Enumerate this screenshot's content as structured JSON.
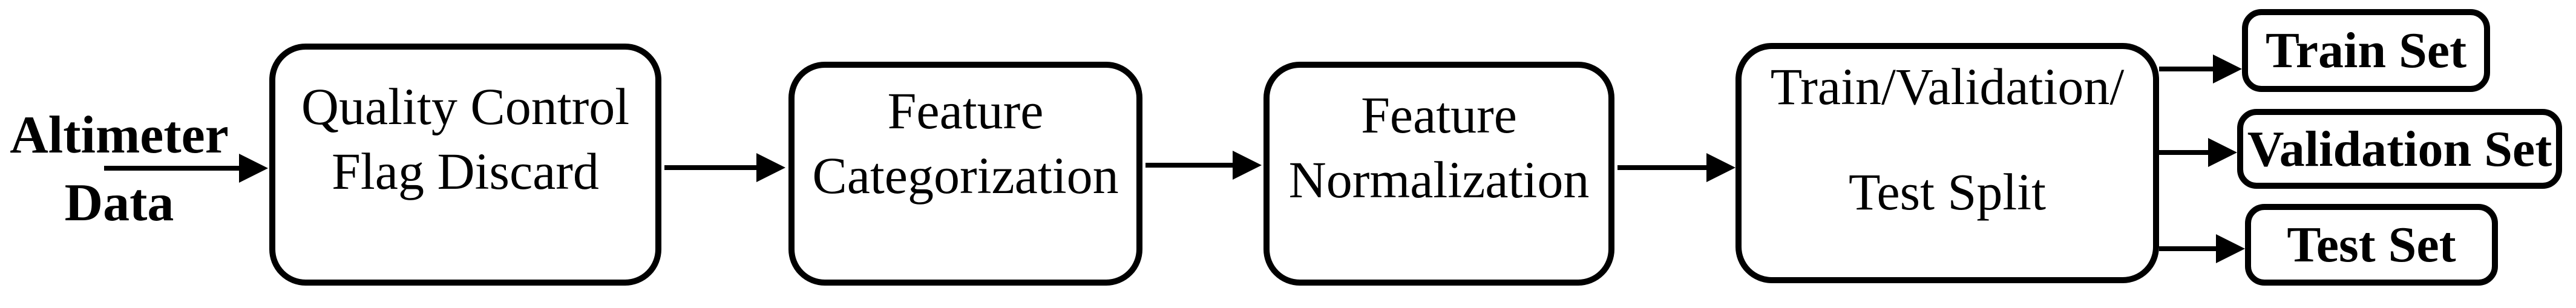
{
  "figure": {
    "source_label": {
      "line1": "Altimeter",
      "line2": "Data"
    },
    "pipeline": [
      {
        "id": "quality-control-flag-discard",
        "line1": "Quality Control",
        "line2": "Flag Discard"
      },
      {
        "id": "feature-categorization",
        "line1": "Feature",
        "line2": "Categorization"
      },
      {
        "id": "feature-normalization",
        "line1": "Feature",
        "line2": "Normalization"
      },
      {
        "id": "train-validation-test-split",
        "line1": "Train/Validation/",
        "line2": "Test Split"
      }
    ],
    "outputs": [
      {
        "id": "train-set",
        "label": "Train Set"
      },
      {
        "id": "validation-set",
        "label": "Validation Set"
      },
      {
        "id": "test-set",
        "label": "Test Set"
      }
    ],
    "colors": {
      "stroke": "#000000",
      "text": "#000000",
      "background": "#ffffff"
    }
  }
}
